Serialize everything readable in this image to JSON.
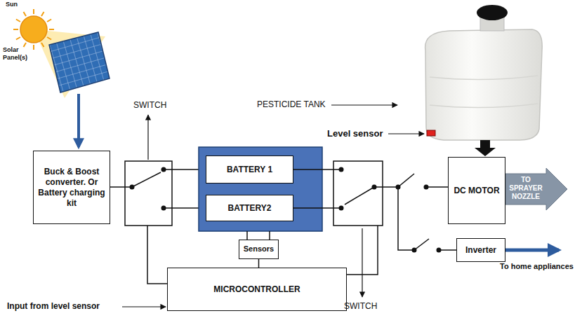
{
  "diagram": {
    "nodes": [
      {
        "text": [
          "Buck & Boost converter. Or Battery charging kit"
        ]
      },
      {
        "text": [
          "BATTERY 1"
        ]
      },
      {
        "text": [
          "BATTERY2"
        ]
      },
      {
        "text": [
          "Sensors"
        ]
      },
      {
        "text": [
          "MICROCONTROLLER"
        ]
      },
      {
        "text": [
          "DC MOTOR"
        ]
      },
      {
        "text": [
          "Inverter"
        ]
      }
    ],
    "edges": [
      {
        "from": 3,
        "to": 4,
        "arrow": "none"
      }
    ],
    "labels": [
      "Sun",
      "Solar Panel(s)",
      "SWITCH",
      "PESTICIDE TANK",
      "Level sensor",
      "Input from level sensor",
      "SWITCH",
      "TO SPRAYER NOZZLE",
      "To home appliances"
    ]
  }
}
